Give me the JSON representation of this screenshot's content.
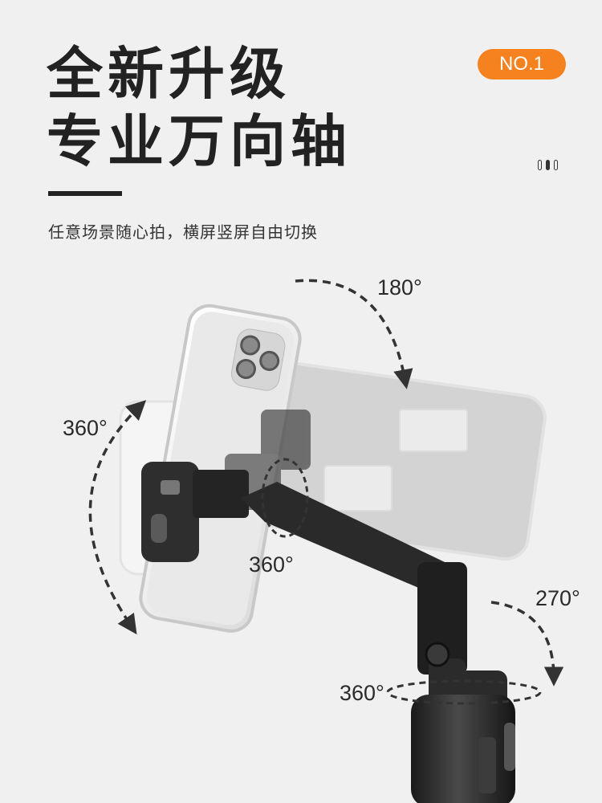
{
  "headline": {
    "line1": "全新升级",
    "line2": "专业万向轴"
  },
  "badge": "NO.1",
  "subtitle": "任意场景随心拍，横屏竖屏自由切换",
  "angles": {
    "top": "180°",
    "left": "360°",
    "middle": "360°",
    "right": "270°",
    "bottom": "360°"
  },
  "colors": {
    "accent": "#f5821f",
    "text": "#222222",
    "background": "#f0f0f0"
  }
}
